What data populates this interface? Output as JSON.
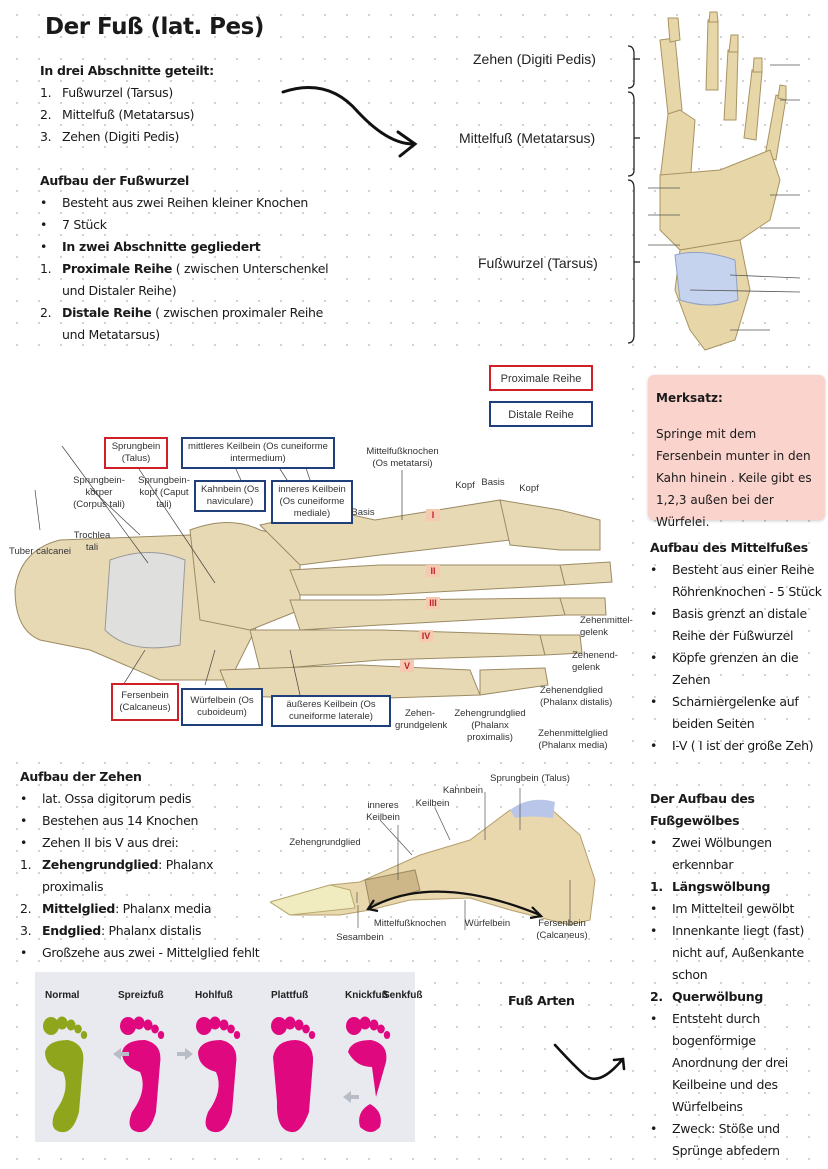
{
  "title": "Der Fuß (lat. Pes)",
  "sections": {
    "abschnitte": {
      "heading": "In drei Abschnitte geteilt:",
      "items": [
        {
          "marker": "1.",
          "text": "Fußwurzel (Tarsus)"
        },
        {
          "marker": "2.",
          "text": "Mittelfuß (Metatarsus)"
        },
        {
          "marker": "3.",
          "text": "Zehen (Digiti Pedis)"
        }
      ]
    },
    "fusswurzel": {
      "heading": "Aufbau der Fußwurzel",
      "items": [
        {
          "marker": "•",
          "text": "Besteht aus zwei Reihen kleiner Knochen"
        },
        {
          "marker": "•",
          "text": "7 Stück"
        },
        {
          "marker": "•",
          "bold": "In zwei Abschnitte gegliedert",
          "text": ""
        },
        {
          "marker": "1.",
          "bold": "Proximale Reihe",
          "text": " ( zwischen Unterschenkel und Distaler Reihe)"
        },
        {
          "marker": "2.",
          "bold": "Distale Reihe",
          "text": " ( zwischen proximaler Reihe und Metatarsus)"
        }
      ]
    },
    "merksatz": {
      "heading": "Merksatz:",
      "text": "Springe mit dem Fersenbein munter in den Kahn hinein . Keile gibt es 1,2,3 außen bei der Würfelei."
    },
    "mittelfuss": {
      "heading": "Aufbau des Mittelfußes",
      "items": [
        {
          "marker": "•",
          "text": "Besteht aus einer Reihe Röhrenknochen - 5 Stück"
        },
        {
          "marker": "•",
          "text": "Basis grenzt an distale Reihe der Fußwurzel"
        },
        {
          "marker": "•",
          "text": "Köpfe grenzen an die Zehen"
        },
        {
          "marker": "•",
          "text": "Scharniergelenke auf beiden Seiten"
        },
        {
          "marker": "•",
          "text": "I-V ( I ist der große Zeh)"
        }
      ]
    },
    "zehen": {
      "heading": "Aufbau der Zehen",
      "items": [
        {
          "marker": "•",
          "text": "lat. Ossa digitorum pedis"
        },
        {
          "marker": "•",
          "text": "Bestehen aus 14 Knochen"
        },
        {
          "marker": "•",
          "text": "Zehen II bis V aus drei:"
        },
        {
          "marker": "1.",
          "bold": "Zehengrundglied",
          "text": ": Phalanx proximalis"
        },
        {
          "marker": "2.",
          "bold": "Mittelglied",
          "text": ": Phalanx media"
        },
        {
          "marker": "3.",
          "bold": "Endglied",
          "text": ": Phalanx distalis"
        },
        {
          "marker": "•",
          "text": "Großzehe aus zwei - Mittelglied fehlt"
        }
      ]
    },
    "gewoelbe": {
      "heading": "Der Aufbau des Fußgewölbes",
      "items": [
        {
          "marker": "•",
          "text": "Zwei Wölbungen erkennbar"
        },
        {
          "marker": "1.",
          "bold": "Längswölbung",
          "text": "",
          "head": true
        },
        {
          "marker": "•",
          "text": "Im Mittelteil gewölbt"
        },
        {
          "marker": "•",
          "text": "Innenkante liegt (fast) nicht auf, Außenkante schon"
        },
        {
          "marker": "2.",
          "bold": "Querwölbung",
          "text": "",
          "head": true
        },
        {
          "marker": "•",
          "text": "Entsteht durch bogenförmige Anordnung der drei Keilbeine und des Würfelbeins"
        },
        {
          "marker": "•",
          "text": "Zweck: Stöße und Sprünge abfedern"
        }
      ]
    }
  },
  "top_diagram": {
    "labels": [
      "Zehen (Digiti Pedis)",
      "Mittelfuß (Metatarsus)",
      "Fußwurzel (Tarsus)"
    ]
  },
  "main_diagram": {
    "legend": {
      "proximal": "Proximale Reihe",
      "distal": "Distale Reihe"
    },
    "boxes": {
      "talus": "Sprungbein (Talus)",
      "intermedium": "mittleres Keilbein (Os cuneiforme intermedium)",
      "naviculare": "Kahnbein (Os naviculare)",
      "mediale": "inneres Keilbein (Os cuneiforme mediale)",
      "calcaneus": "Fersenbein (Calcaneus)",
      "cuboideum": "Würfelbein (Os cuboideum)",
      "laterale": "äußeres Keilbein (Os cuneiforme laterale)"
    },
    "labels": {
      "corpus": "Sprungbein-körper (Corpus tali)",
      "caput": "Sprungbein-kopf (Caput tali)",
      "trochlea": "Trochlea tali",
      "tuber": "Tuber calcanei",
      "metatarsi": "Mittelfußknochen (Os metatarsi)",
      "basis1": "Basis",
      "kopf1": "Kopf",
      "basis2": "Basis",
      "kopf2": "Kopf",
      "mittelgelenk": "Zehenmittel-gelenk",
      "endgelenk": "Zehenend-gelenk",
      "endglied": "Zehenendglied (Phalanx distalis)",
      "mittelglied": "Zehenmittelglied (Phalanx media)",
      "grundglied": "Zehengrundglied (Phalanx proximalis)",
      "grundgelenk": "Zehen-grundgelenk"
    },
    "numerals": [
      "I",
      "II",
      "III",
      "IV",
      "V"
    ]
  },
  "side_diagram": {
    "labels": {
      "talus": "Sprungbein (Talus)",
      "kahnbein": "Kahnbein",
      "keilbein": "Keilbein",
      "inneres": "inneres Keilbein",
      "grundglied": "Zehengrundglied",
      "mittelfuss": "Mittelfußknochen",
      "wuerfel": "Würfelbein",
      "fersenbein": "Fersenbein (Calcaneus)",
      "sesambein": "Sesambein"
    }
  },
  "foot_types": {
    "title": "Fuß Arten",
    "types": [
      "Normal",
      "Spreizfuß",
      "Hohlfuß",
      "Plattfuß",
      "Knickfuß",
      "Senkfuß"
    ],
    "colors": {
      "normal": "#8fa61c",
      "abnormal": "#e0087f"
    }
  }
}
